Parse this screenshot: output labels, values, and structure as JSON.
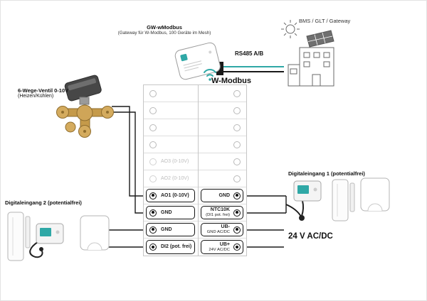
{
  "header": {
    "gateway_title": "GW-wModbus",
    "gateway_subtitle": "(Gateway für W-Modbus, 100 Geräte im Mesh)",
    "bus_label": "RS485 A/B",
    "bms_label": "BMS / GLT / Gateway",
    "wireless_label": "W-Modbus"
  },
  "left_side": {
    "valve_title": "6-Wege-Ventil 0-10V",
    "valve_subtitle": "(Heizen/Kühlen)",
    "digital_input_2_label": "Digitaleingang 2 (potentialfrei)"
  },
  "right_side": {
    "digital_input_1_label": "Digitaleingang 1 (potentialfrei)",
    "power_label": "24 V AC/DC"
  },
  "terminals": {
    "left": [
      {
        "label": "",
        "sub": "",
        "state": "empty"
      },
      {
        "label": "",
        "sub": "",
        "state": "empty"
      },
      {
        "label": "",
        "sub": "",
        "state": "empty"
      },
      {
        "label": "",
        "sub": "",
        "state": "empty"
      },
      {
        "label": "AO3 (0-10V)",
        "sub": "",
        "state": "dimmed"
      },
      {
        "label": "AO2 (0-10V)",
        "sub": "",
        "state": "dimmed"
      },
      {
        "label": "AO1 (0-10V)",
        "sub": "",
        "state": "active"
      },
      {
        "label": "GND",
        "sub": "",
        "state": "active"
      },
      {
        "label": "GND",
        "sub": "",
        "state": "active"
      },
      {
        "label": "DI2 (pot. frei)",
        "sub": "",
        "state": "active"
      }
    ],
    "right": [
      {
        "label": "",
        "sub": "",
        "state": "empty"
      },
      {
        "label": "",
        "sub": "",
        "state": "empty"
      },
      {
        "label": "",
        "sub": "",
        "state": "empty"
      },
      {
        "label": "",
        "sub": "",
        "state": "empty"
      },
      {
        "label": "",
        "sub": "",
        "state": "empty"
      },
      {
        "label": "",
        "sub": "",
        "state": "empty"
      },
      {
        "label": "GND",
        "sub": "",
        "state": "active"
      },
      {
        "label": "NTC10K",
        "sub": "(DI1 pot. frei)",
        "state": "active"
      },
      {
        "label": "UB-",
        "sub": "GND AC/DC",
        "state": "active"
      },
      {
        "label": "UB+",
        "sub": "24V AC/DC",
        "state": "active"
      }
    ]
  },
  "icons": {
    "wireless_signal": "wifi-icon",
    "sun": "sun-icon"
  },
  "colors": {
    "accent": "#2fa8a6",
    "wire": "#1a1a1a"
  }
}
